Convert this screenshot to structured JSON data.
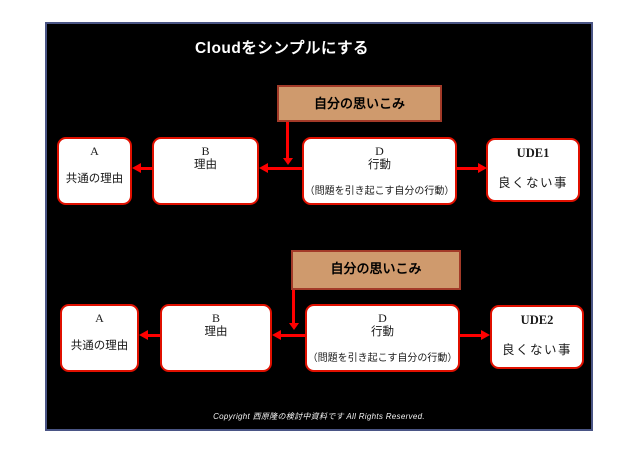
{
  "title": "Cloudをシンプルにする",
  "footer": "Copyright 西原隆の検討中資料です All Rights Reserved.",
  "colors": {
    "page_bg": "#ffffff",
    "slide_bg": "#000000",
    "slide_border": "#4a5585",
    "title_color": "#ffffff",
    "box_bg": "#ffffff",
    "box_border": "#e01000",
    "box_text": "#1a1a1a",
    "arrow": "#ff0000",
    "assumption_bg": "#cf9a6d",
    "assumption_border": "#a33a28",
    "footer_color": "#f2f2f2"
  },
  "rows": [
    {
      "assumption": "自分の思いこみ",
      "box_a": {
        "label": "A",
        "text": "共通の理由"
      },
      "box_b": {
        "label": "B",
        "text": "理由"
      },
      "box_d": {
        "label": "D",
        "sub": "行動",
        "text": "（問題を引き起こす自分の行動）"
      },
      "box_ude": {
        "label": "UDE1",
        "text": "良くない事"
      }
    },
    {
      "assumption": "自分の思いこみ",
      "box_a": {
        "label": "A",
        "text": "共通の理由"
      },
      "box_b": {
        "label": "B",
        "text": "理由"
      },
      "box_d": {
        "label": "D",
        "sub": "行動",
        "text": "（問題を引き起こす自分の行動）"
      },
      "box_ude": {
        "label": "UDE2",
        "text": "良くない事"
      }
    }
  ]
}
